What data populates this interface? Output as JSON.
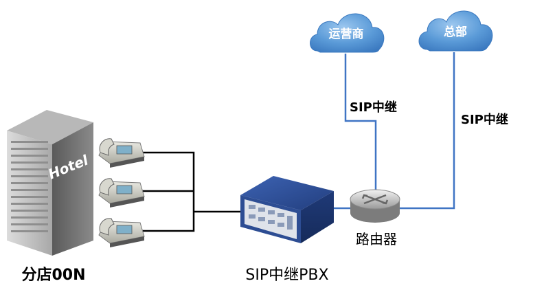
{
  "clouds": {
    "carrier": "运营商",
    "headquarters": "总部"
  },
  "links": {
    "carrier_trunk": "SIP中继",
    "hq_trunk": "SIP中继"
  },
  "devices": {
    "router": "路由器",
    "pbx": "SIP中继PBX",
    "branch": "分店00N",
    "building_sign": "Hotel"
  },
  "colors": {
    "cloud": "#4f8fd0",
    "trunk_line": "#3f74c4",
    "phone_line": "#000000",
    "pbx_body": "#2b4a8e"
  }
}
